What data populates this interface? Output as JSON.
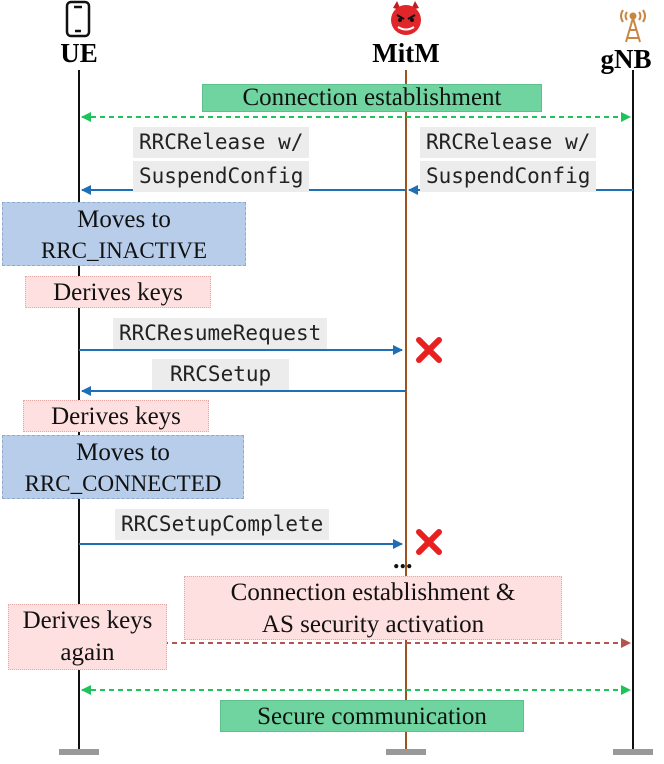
{
  "entities": {
    "ue": "UE",
    "mitm": "MitM",
    "gnb": "gNB"
  },
  "notes": {
    "conn_establishment": "Connection establishment",
    "moves_inactive_line1": "Moves to",
    "moves_inactive_line2": "RRC_INACTIVE",
    "derives_keys_1": "Derives keys",
    "derives_keys_2": "Derives keys",
    "moves_connected_line1": "Moves to",
    "moves_connected_line2": "RRC_CONNECTED",
    "conn_as_security_line1": "Connection establishment &",
    "conn_as_security_line2": "AS security activation",
    "derives_keys_again_line1": "Derives keys",
    "derives_keys_again_line2": "again",
    "secure_communication": "Secure communication"
  },
  "messages": {
    "rrc_release_left_line1": "RRCRelease w/",
    "rrc_release_left_line2": "SuspendConfig",
    "rrc_release_right_line1": "RRCRelease w/",
    "rrc_release_right_line2": "SuspendConfig",
    "rrc_resume_request": "RRCResumeRequest",
    "rrc_setup": "RRCSetup",
    "rrc_setup_complete": "RRCSetupComplete"
  },
  "ellipsis": "...",
  "colors": {
    "green_arrow": "#1ec45a",
    "blue_arrow": "#1f6fb5",
    "red_dashed": "#b5534e",
    "mitm_line": "#a0521e",
    "cross": "#e8201f"
  }
}
